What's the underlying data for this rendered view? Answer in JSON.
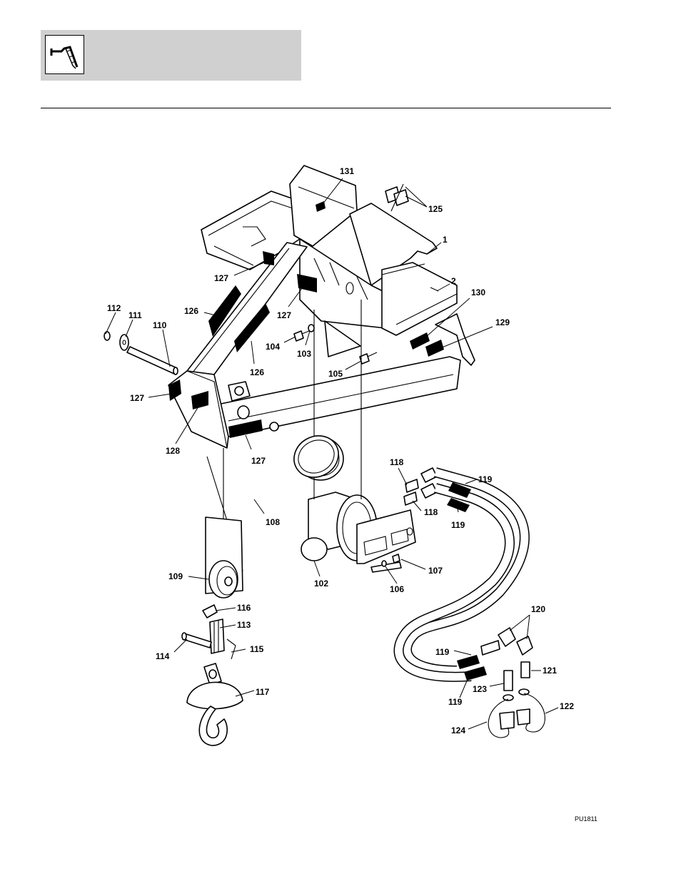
{
  "header": {
    "icon": "wrench-hand-icon"
  },
  "figure": {
    "id": "PU1811",
    "callouts": {
      "c1": "1",
      "c2": "2",
      "c102": "102",
      "c103": "103",
      "c104": "104",
      "c105": "105",
      "c106": "106",
      "c107": "107",
      "c108": "108",
      "c109": "109",
      "c110": "110",
      "c111": "111",
      "c112": "112",
      "c113": "113",
      "c114": "114",
      "c115": "115",
      "c116": "116",
      "c117": "117",
      "c118a": "118",
      "c118b": "118",
      "c119a": "119",
      "c119b": "119",
      "c119c": "119",
      "c119d": "119",
      "c120": "120",
      "c121": "121",
      "c122": "122",
      "c123": "123",
      "c124": "124",
      "c125": "125",
      "c126a": "126",
      "c126b": "126",
      "c127a": "127",
      "c127b": "127",
      "c127c": "127",
      "c127d": "127",
      "c128": "128",
      "c129": "129",
      "c130": "130",
      "c131": "131"
    }
  }
}
